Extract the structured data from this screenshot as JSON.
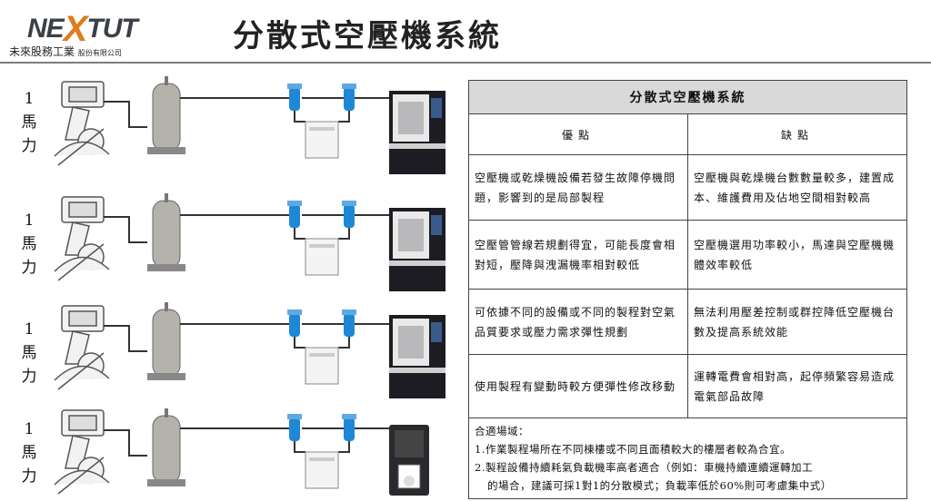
{
  "header": {
    "logo_text": "NEXTUT",
    "company": "未來股務工業",
    "company_suffix": "股份有限公司",
    "title": "分散式空壓機系統"
  },
  "rows": [
    {
      "hp_label": "1\n馬\n力",
      "machine": "cnc"
    },
    {
      "hp_label": "1\n馬\n力",
      "machine": "cnc"
    },
    {
      "hp_label": "1\n馬\n力",
      "machine": "cnc"
    },
    {
      "hp_label": "1\n馬\n力",
      "machine": "printer"
    }
  ],
  "table": {
    "caption": "分散式空壓機系統",
    "col_pros": "優點",
    "col_cons": "缺點",
    "rows": [
      {
        "pros": "空壓機或乾燥機設備若發生故障停機問題，影響到的是局部製程",
        "cons": "空壓機與乾燥機台數數量較多，建置成本、維護費用及佔地空間相對較高"
      },
      {
        "pros": "空壓管管線若規劃得宜，可能長度會相對短，壓降與洩漏機率相對較低",
        "cons": "空壓機選用功率較小，馬達與空壓機機體效率較低"
      },
      {
        "pros": "可依據不同的設備或不同的製程對空氣品質要求或壓力需求彈性規劃",
        "cons": "無法利用壓差控制或群控降低空壓機台數及提高系統效能"
      },
      {
        "pros": "使用製程有變動時較方便彈性修改移動",
        "cons": "運轉電費會相對高，起停頻繁容易造成電氣部品故障"
      }
    ],
    "note_title": "合適場域：",
    "note_lines": [
      "1.作業製程場所在不同棟樓或不同且面積較大的樓層者較為合宜。",
      "2.製程設備持續耗氣負載機率高者適合（例如：車機持續連續運轉加工",
      "的場合，建議可採1對1的分散模式；負載率低於60%則可考慮集中式）"
    ]
  }
}
